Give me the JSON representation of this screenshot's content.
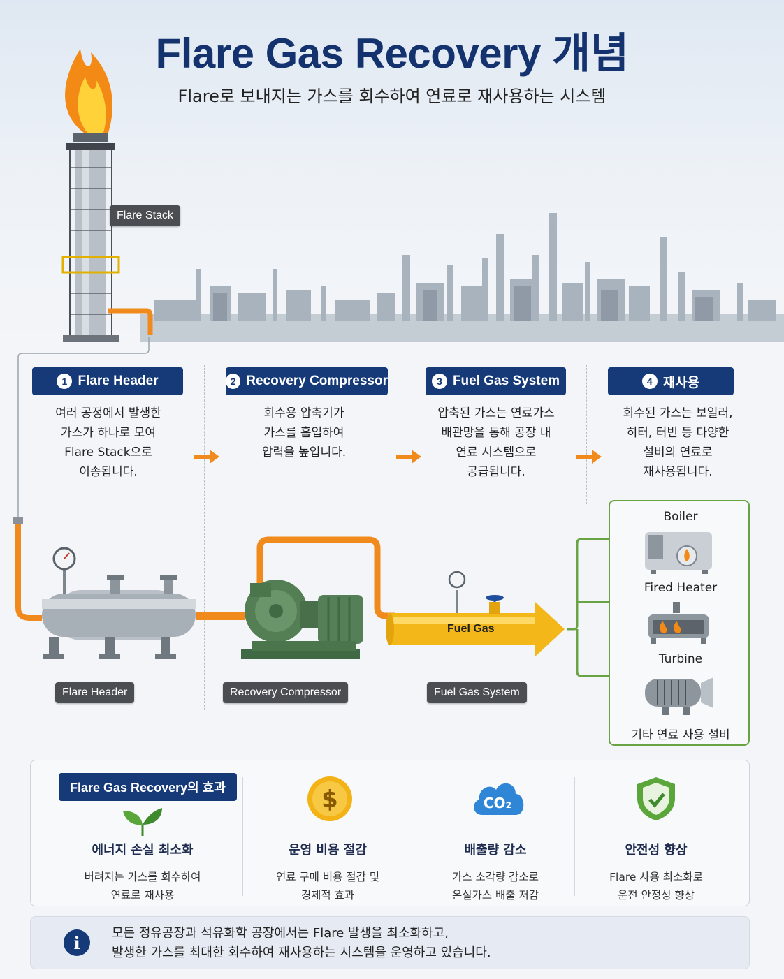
{
  "header": {
    "title": "Flare Gas Recovery 개념",
    "subtitle": "Flare로 보내지는 가스를 회수하여 연료로 재사용하는 시스템"
  },
  "hero": {
    "flare_stack_label": "Flare Stack"
  },
  "steps": [
    {
      "num": "1",
      "title": "Flare Header",
      "desc": [
        "여러 공정에서 발생한",
        "가스가 하나로 모여",
        "Flare Stack으로",
        "이송됩니다."
      ]
    },
    {
      "num": "2",
      "title": "Recovery Compressor",
      "desc": [
        "회수용 압축기가",
        "가스를 흡입하여",
        "압력을 높입니다."
      ]
    },
    {
      "num": "3",
      "title": "Fuel Gas System",
      "desc": [
        "압축된 가스는 연료가스",
        "배관망을 통해 공장 내",
        "연료 시스템으로",
        "공급됩니다."
      ]
    },
    {
      "num": "4",
      "title": "재사용",
      "desc": [
        "회수된 가스는 보일러,",
        "히터, 터빈 등 다양한",
        "설비의 연료로",
        "재사용됩니다."
      ]
    }
  ],
  "equipment": {
    "flare_header_label": "Flare Header",
    "compressor_label": "Recovery Compressor",
    "fuel_gas_system_label": "Fuel Gas System",
    "pipe_label": "Fuel Gas"
  },
  "uses": {
    "items": [
      "Boiler",
      "Fired Heater",
      "Turbine"
    ],
    "footer": "기타 연료 사용 설비"
  },
  "effects": {
    "heading": "Flare Gas Recovery의 효과",
    "items": [
      {
        "icon": "leaf-icon",
        "title": "에너지 손실 최소화",
        "desc": [
          "버려지는 가스를 회수하여",
          "연료로 재사용"
        ]
      },
      {
        "icon": "dollar-coin-icon",
        "title": "운영 비용 절감",
        "desc": [
          "연료 구매 비용 절감 및",
          "경제적 효과"
        ]
      },
      {
        "icon": "co2-cloud-icon",
        "title": "배출량 감소",
        "desc": [
          "가스 소각량 감소로",
          "온실가스 배출 저감"
        ]
      },
      {
        "icon": "shield-icon",
        "title": "안전성 향상",
        "desc": [
          "Flare 사용 최소화로",
          "운전 안정성 향상"
        ]
      }
    ]
  },
  "info": {
    "lines": [
      "모든 정유공장과 석유화학 공장에서는 Flare 발생을 최소화하고,",
      "발생한 가스를 최대한 회수하여 재사용하는 시스템을 운영하고 있습니다."
    ]
  },
  "colors": {
    "navy": "#163a78",
    "title": "#14336e",
    "orange_pipe": "#f08a1c",
    "green_line": "#6aa343",
    "fuel_gas_yellow": "#f4b71a",
    "equipment_green": "#4e7a4e"
  }
}
